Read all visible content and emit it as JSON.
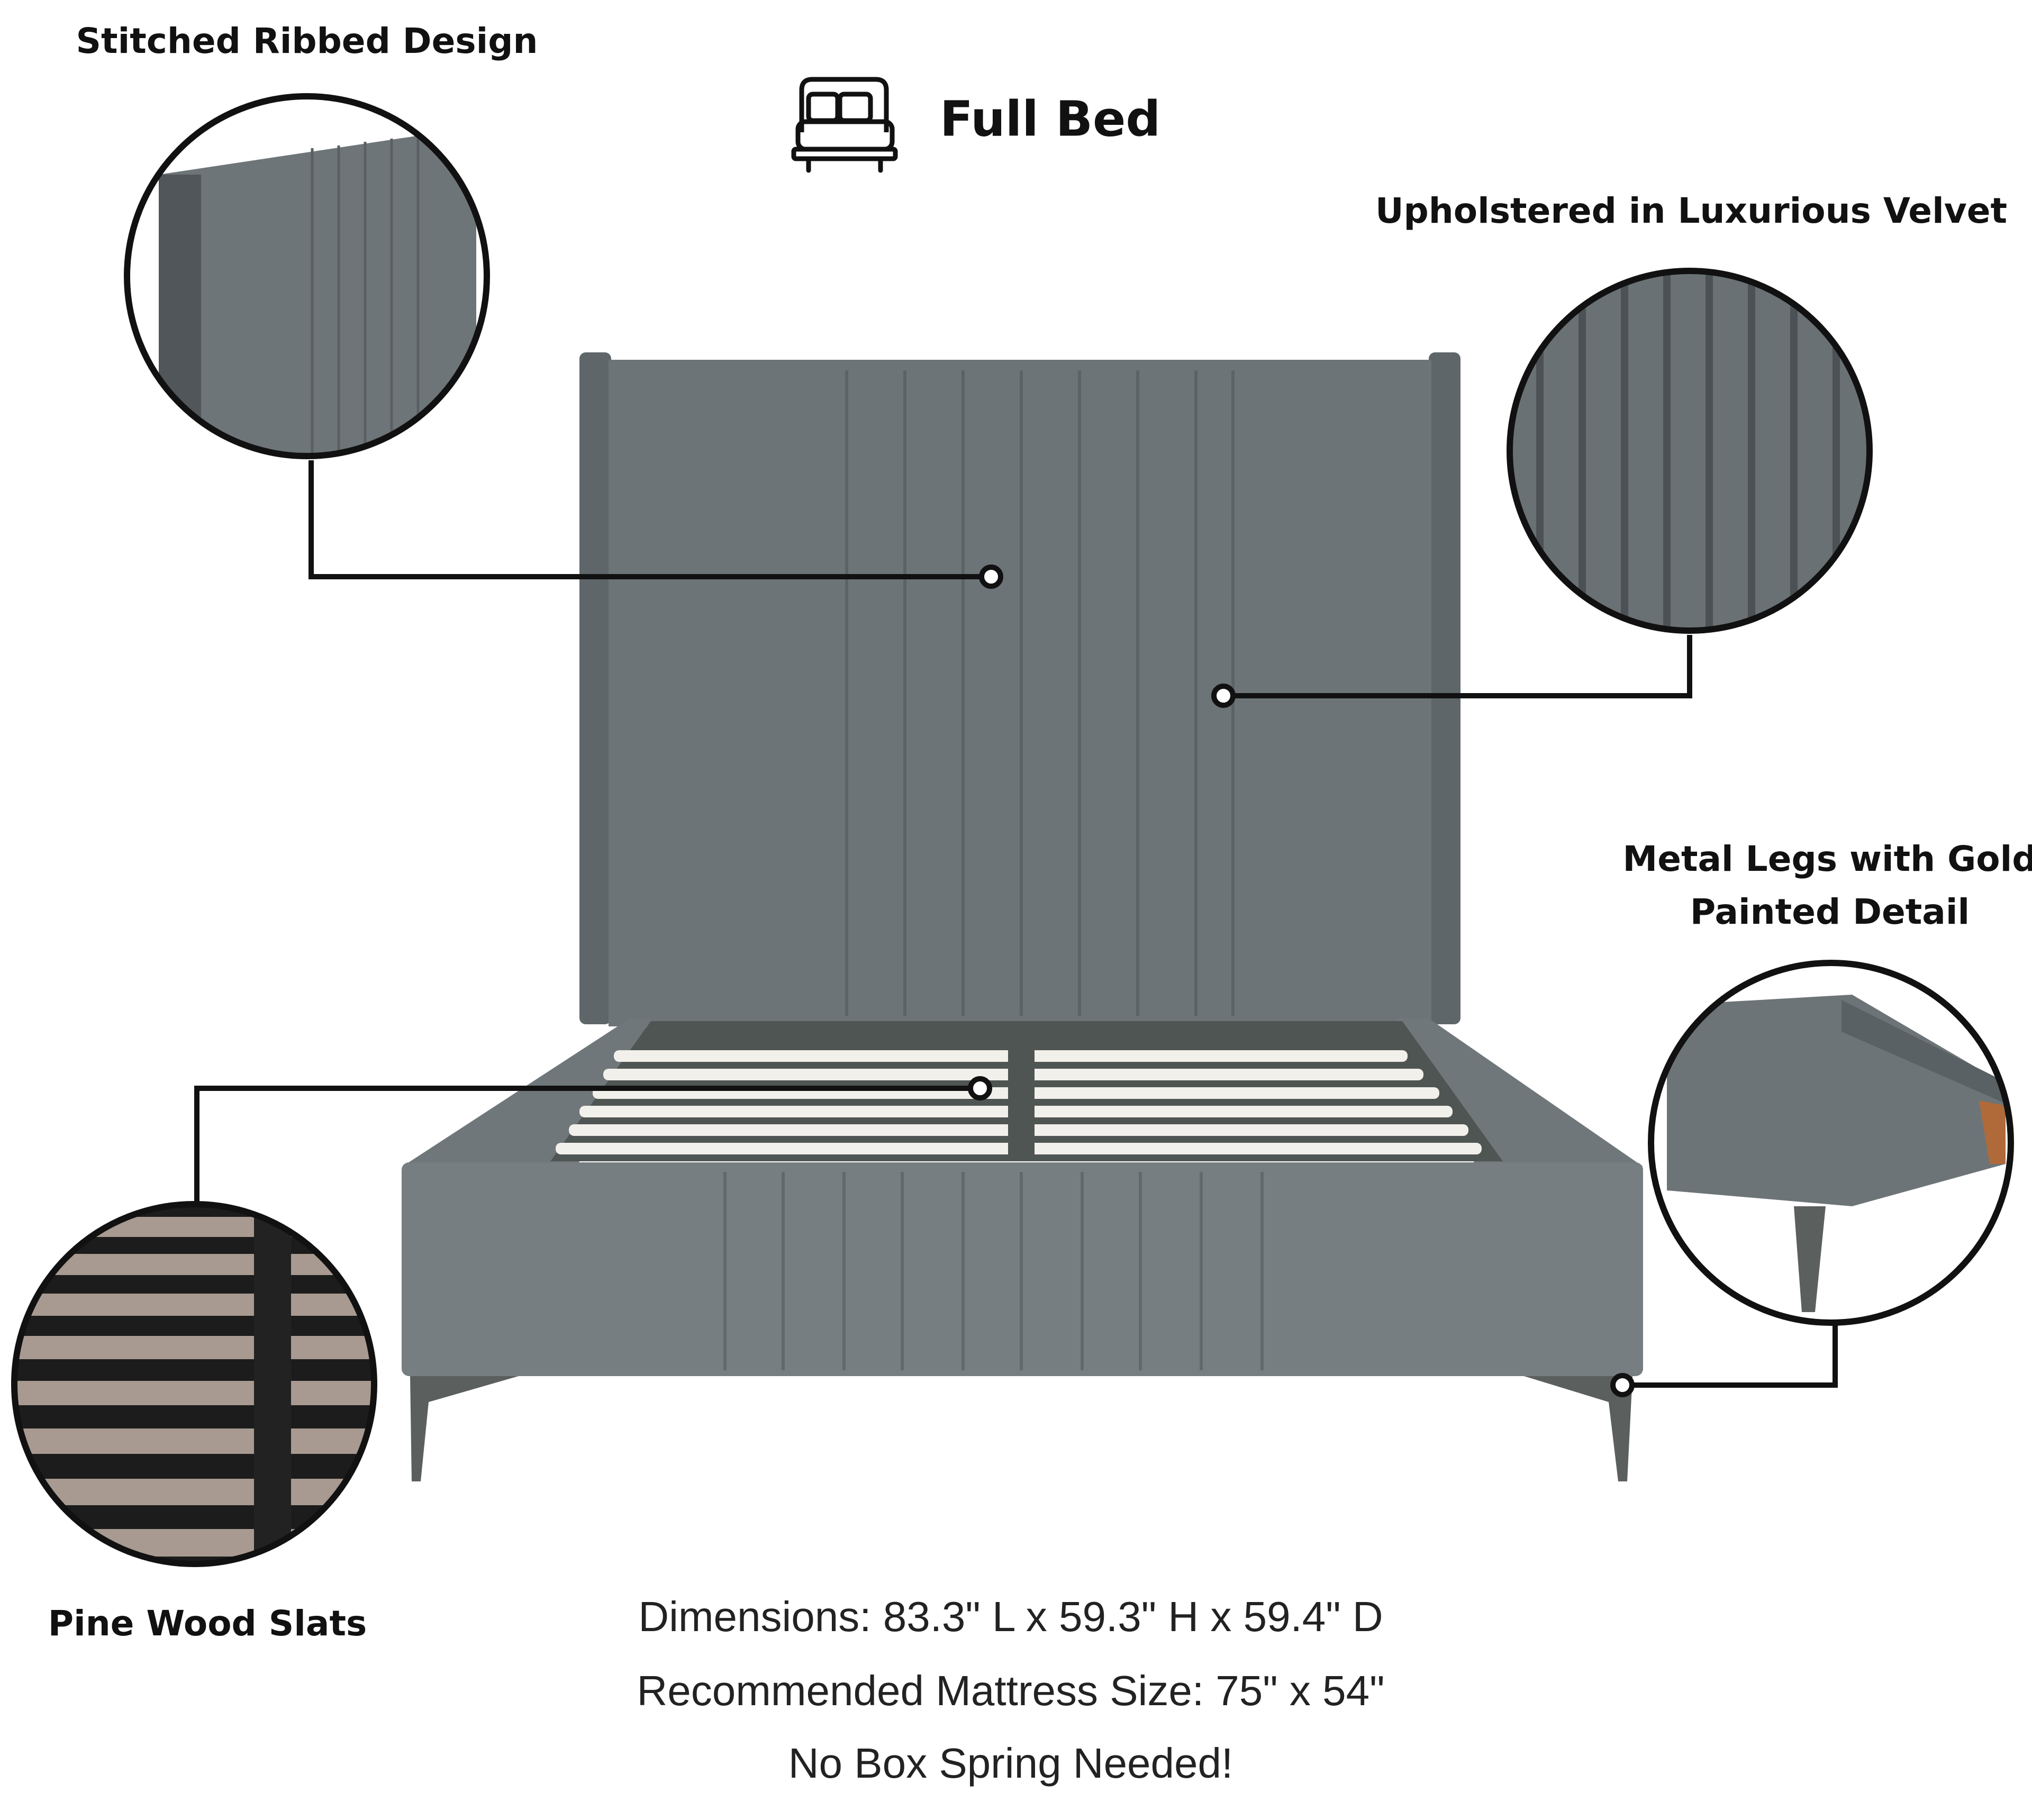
{
  "title": {
    "icon": "bed-icon",
    "text": "Full Bed"
  },
  "callouts": {
    "stitched": "Stitched Ribbed Design",
    "velvet": "Upholstered in Luxurious Velvet",
    "legs_line1": "Metal Legs with Gold",
    "legs_line2": "Painted Detail",
    "slats": "Pine Wood Slats"
  },
  "specs": {
    "dimensions": "Dimensions: 83.3\" L x 59.3\" H x 59.4\" D",
    "mattress": "Recommended Mattress Size: 75\" x 54\"",
    "box_spring": "No Box Spring Needed!"
  },
  "colors": {
    "upholstery": "#6d7478",
    "line": "#111111",
    "slats": "#f2f0ea"
  }
}
